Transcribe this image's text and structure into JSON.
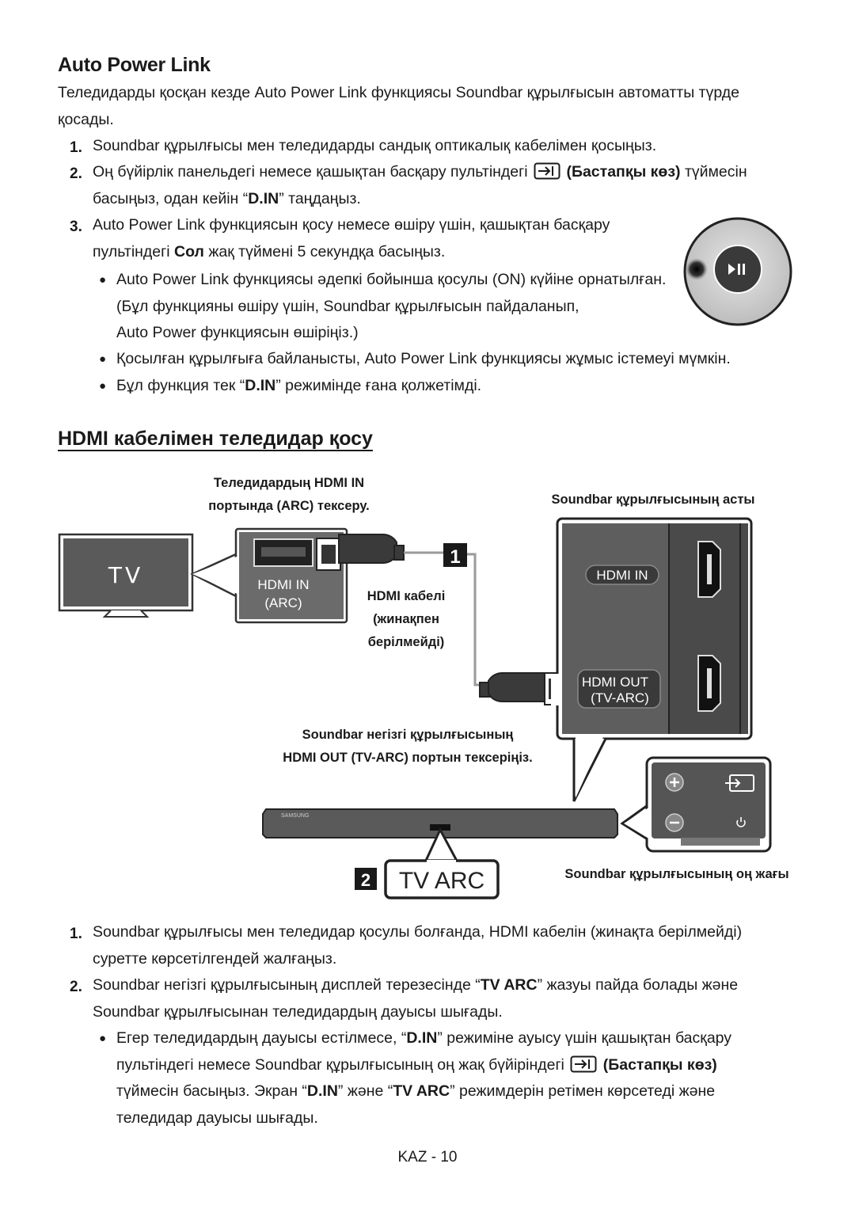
{
  "section1": {
    "title": "Auto Power Link",
    "intro_line1": "Теледидарды қосқан кезде Auto Power Link функциясы Soundbar құрылғысын автоматты түрде",
    "intro_line2": "қосады.",
    "steps": [
      {
        "num": "1.",
        "text": "Soundbar құрылғысы мен теледидарды сандық оптикалық кабелімен қосыңыз."
      },
      {
        "num": "2.",
        "pre": "Оң бүйірлік панельдегі немесе қашықтан басқару пультіндегі",
        "bold": "(Бастапқы көз)",
        "post": "түймесін",
        "line2_pre": "басыңыз, одан кейін “",
        "line2_bold": "D.IN",
        "line2_post": "” таңдаңыз."
      },
      {
        "num": "3.",
        "line1": "Auto Power Link функциясын қосу немесе өшіру үшін, қашықтан басқару",
        "line2_pre": "пультіндегі ",
        "line2_bold": "Сол",
        "line2_post": " жақ түймені 5 секундқа басыңыз."
      }
    ],
    "bullets": [
      {
        "lines": [
          "Auto Power Link функциясы әдепкі бойынша қосулы (ON) күйіне орнатылған.",
          "(Бұл функцияны өшіру үшін, Soundbar құрылғысын пайдаланып,",
          "Auto Power функциясын өшіріңіз.)"
        ]
      },
      {
        "lines": [
          "Қосылған құрылғыға байланысты, Auto Power Link функциясы жұмыс істемеуі мүмкін."
        ]
      },
      {
        "pre": "Бұл функция тек “",
        "bold": "D.IN",
        "post": "” режимінде ғана қолжетімді."
      }
    ]
  },
  "section2": {
    "title": "HDMI кабелімен теледидар қосу",
    "diagram": {
      "tv_label": "TV",
      "tv_port_caption_l1": "Теледидардың HDMI IN",
      "tv_port_caption_l2": "портында (ARC) тексеру.",
      "tv_port_label_l1": "HDMI IN",
      "tv_port_label_l2": "(ARC)",
      "badge1": "1",
      "badge2": "2",
      "cable_l1": "HDMI кабелі",
      "cable_l2": "(жинақпен",
      "cable_l3": "берілмейді)",
      "bottom_caption": "Soundbar құрылғысының асты",
      "hdmi_in": "HDMI IN",
      "hdmi_out_l1": "HDMI OUT",
      "hdmi_out_l2": "(TV-ARC)",
      "main_caption_l1": "Soundbar негізгі құрылғысының",
      "main_caption_l2": "HDMI OUT (TV-ARC) портын тексеріңіз.",
      "side_caption": "Soundbar құрылғысының оң жағы",
      "display_text": "TV ARC",
      "soundbar_brand": "SAMSUNG"
    },
    "steps": [
      {
        "num": "1.",
        "line1": "Soundbar құрылғысы мен теледидар қосулы болғанда, HDMI кабелін (жинақта берілмейді)",
        "line2": "суретте көрсетілгендей жалғаңыз."
      },
      {
        "num": "2.",
        "l1_pre": "Soundbar негізгі құрылғысының дисплей терезесінде “",
        "l1_bold": "TV ARC",
        "l1_post": "” жазуы пайда болады және",
        "line2": "Soundbar құрылғысынан теледидардың дауысы шығады."
      }
    ],
    "bullet": {
      "l1_pre": "Егер теледидардың дауысы естілмесе, “",
      "l1_bold": "D.IN",
      "l1_post": "” режиміне ауысу үшін қашықтан басқару",
      "l2_pre": "пультіндегі немесе Soundbar құрылғысының оң жақ бүйіріндегі",
      "l2_bold": "(Бастапқы көз)",
      "l3_pre": "түймесін басыңыз. Экран “",
      "l3_b1": "D.IN",
      "l3_mid": "” және “",
      "l3_b2": "TV ARC",
      "l3_post": "” режимдерін ретімен көрсетеді және",
      "l4": "теледидар дауысы шығады."
    }
  },
  "footer": {
    "page": "KAZ - 10"
  },
  "colors": {
    "text": "#1a1a1a",
    "panel_dark": "#4a4a4a",
    "panel_mid": "#6b6b6b",
    "line": "#9a9a9a"
  }
}
